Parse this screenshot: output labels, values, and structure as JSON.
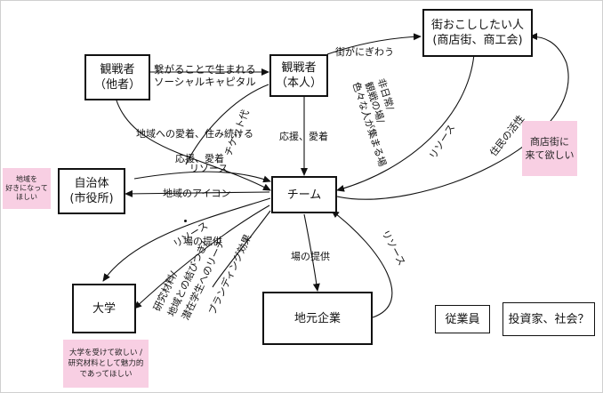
{
  "nodes": {
    "spectator_other": [
      "観戦者",
      "（他者）"
    ],
    "spectator_self": [
      "観戦者",
      "（本人）"
    ],
    "town_revitalizer": [
      "街おこししたい人",
      "(商店街、商工会)"
    ],
    "municipality": [
      "自治体",
      "(市役所)"
    ],
    "team": "チーム",
    "university": "大学",
    "local_company": "地元企業",
    "employees": "従業員",
    "investors": "投資家、社会？"
  },
  "stickies": {
    "municipality_wish": [
      "地域を",
      "好きになって",
      "ほしい"
    ],
    "shopping_street_wish": [
      "商店街に",
      "来て欲しい"
    ],
    "university_wish": [
      "大学を受けて欲しい /",
      "研究材料として魅力的",
      "であってほしい"
    ]
  },
  "labels": {
    "social_capital": [
      "繋がることで生まれる",
      "ソーシャルキャピタル"
    ],
    "town_lively": "街がにぎわう",
    "regional_attachment": "地域への愛着、住み続ける",
    "ticket_fee": "チケット代",
    "support_attachment_self": "応援、愛着",
    "support_attachment_muni": "応援、愛着",
    "resources_muni": "リソース",
    "regional_icon": "地域のアイコン",
    "place_gathering": [
      "非日常/",
      "観戦の場/",
      "色々な人が集まる場"
    ],
    "resources_town": "リソース",
    "residents_activity": "住民の活性",
    "resources_univ": "リソース",
    "place_provision_univ": "場の提供",
    "research_material": "研究材料/",
    "regional_connection": "地域との結びつき/",
    "potential_students": "潜在学生へのリーチ",
    "branding": "ブランディング効果",
    "place_provision_company": "場の提供",
    "resources_company": "リソース"
  }
}
